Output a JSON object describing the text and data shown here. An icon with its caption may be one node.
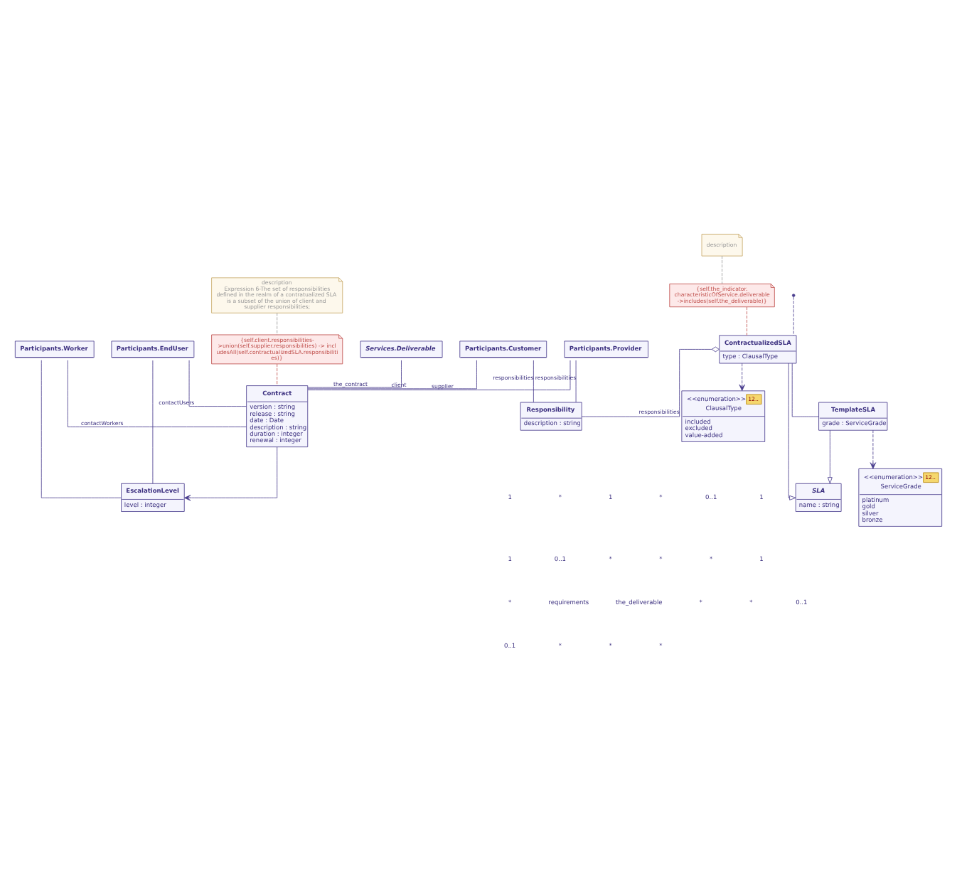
{
  "diagram": {
    "nodes": [
      {
        "text": [
          "description",
          "Expression 6-The set of responsibilities defined in the realm of a contratualized SLA is a subset of the union of client and supplier responsibilities;"
        ]
      },
      {
        "text": [
          "Participants.Worker"
        ]
      },
      {
        "text": [
          "EscalationLevel",
          "level : integer"
        ]
      },
      {
        "text": [
          "Participants.EndUser"
        ]
      },
      {
        "text": [
          "Participants.Customer"
        ]
      },
      {
        "text": [
          "Participants.Provider"
        ]
      },
      {
        "text": [
          "{self.client.responsibilities->union(self.supplier.responsibilities) -> includesAll(self.contractualizedSLA.responsibilities)}"
        ]
      },
      {
        "text": [
          "Contract",
          "version : string",
          "release : string",
          "date : Date",
          "description : string",
          "duration : integer",
          "renewal : integer"
        ]
      },
      {
        "text": [
          "Services.Deliverable"
        ]
      },
      {
        "text": [
          "{self.the_indicator. characteristicOfService.deliverable ->includes(self.the_deliverable)}"
        ]
      },
      {
        "text": [
          "ContractualizedSLA",
          "type : ClausalType"
        ]
      },
      {
        "text": [
          "SLA",
          "name : string"
        ]
      },
      {
        "text": [
          "<<enumeration>>",
          "12..",
          "ClausalType",
          "included",
          "excluded",
          "value-added"
        ]
      },
      {
        "text": [
          "TemplateSLA",
          "grade : ServiceGrade"
        ]
      },
      {
        "text": [
          "<<enumeration>>",
          "12..",
          "ServiceGrade",
          "platinum",
          "gold",
          "silver",
          "bronze"
        ]
      },
      {
        "text": [
          "Responsibility",
          "description : string"
        ]
      },
      {
        "text": [
          "description"
        ]
      },
      {
        "text": [],
        "shape": "circle"
      }
    ],
    "edges": [
      {
        "from": 1,
        "to": 2,
        "arrow": "none"
      },
      {
        "from": 3,
        "to": 2,
        "arrow": "none"
      },
      {
        "from": 7,
        "to": 2,
        "arrow": "to"
      },
      {
        "from": 1,
        "to": 7,
        "arrow": "none",
        "label": "contactWorkers"
      },
      {
        "from": 3,
        "to": 7,
        "arrow": "none",
        "label": "contactUsers"
      },
      {
        "from": 4,
        "to": 7,
        "arrow": "none",
        "label": "client"
      },
      {
        "from": 5,
        "to": 7,
        "arrow": "none",
        "label": "supplier"
      },
      {
        "from": 4,
        "to": 15,
        "arrow": "none",
        "label": "responsibilities"
      },
      {
        "from": 5,
        "to": 15,
        "arrow": "none",
        "label": "responsibilities"
      },
      {
        "from": 8,
        "to": 7,
        "arrow": "none",
        "label": "the_contract"
      },
      {
        "from": 17,
        "to": 10,
        "arrow": "none",
        "style": "dashed"
      },
      {
        "from": 0,
        "to": 6,
        "arrow": "none",
        "style": "dashed",
        "color": "#999999"
      },
      {
        "from": 6,
        "to": 7,
        "arrow": "none",
        "style": "dashed",
        "color": "#c0504d"
      },
      {
        "from": 9,
        "to": 10,
        "arrow": "none",
        "style": "dashed",
        "color": "#c0504d"
      },
      {
        "from": 16,
        "to": 9,
        "arrow": "none",
        "style": "dashed",
        "color": "#999999"
      },
      {
        "from": 10,
        "to": 12,
        "arrow": "to",
        "style": "dashed"
      },
      {
        "from": 10,
        "to": 11,
        "arrow": "to"
      },
      {
        "from": 13,
        "to": 11,
        "arrow": "to"
      },
      {
        "from": 10,
        "to": 13,
        "arrow": "none"
      },
      {
        "from": 13,
        "to": 14,
        "arrow": "to",
        "style": "dashed"
      },
      {
        "from": 10,
        "to": 15,
        "arrow": "other",
        "label": "responsibilities"
      }
    ],
    "labels": [
      "1",
      "*",
      "1",
      "*",
      "0..1",
      "1",
      "1",
      "0..1",
      "*",
      "*",
      "*",
      "1",
      "*",
      "requirements",
      "the_deliverable",
      "*",
      "*",
      "0..1",
      "0..1",
      "*",
      "*",
      "*"
    ]
  }
}
